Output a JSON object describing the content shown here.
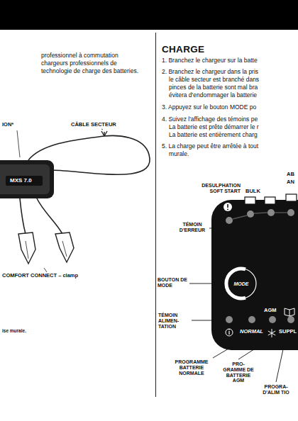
{
  "diagram": {
    "nodes": [
      {
        "text": [
          "AGM",
          "NORMAL",
          "SUPPL"
        ]
      },
      {
        "text": [
          "MODE"
        ],
        "in": 0
      }
    ],
    "edges": [],
    "labels": [
      "professionnel à commutation",
      "chargeurs professionnels de",
      "technologie de charge des batteries.",
      "ION*",
      "CÂBLE SECTEUR",
      "MXS 7.0",
      "COMFORT CONNECT – clamp",
      "ise murale.",
      "CHARGE",
      "1. Branchez le chargeur sur la batte",
      "2. Branchez le chargeur dans la pris",
      "le câble secteur est branché dans",
      "pinces de la batterie sont mal bra",
      "évitera d'endommager la batterie",
      "3. Appuyez sur le bouton MODE po",
      "4. Suivez l'affichage des témoins pe",
      "La batterie est prête démarrer le r",
      "La batterie est entièrement charg",
      "5. La charge peut être arrêtée à tout",
      "murale.",
      "DESULPHATION SOFT START",
      "BULK",
      "AB",
      "AN",
      "TÉMOIN D'ERREUR",
      "BOUTON DE MODE",
      "TÉMOIN ALIMEN- TATION",
      "PROGRAMME BATTERIE NORMALE",
      "PRO- GRAMME DE BATTERIE AGM",
      "PROGRA- D'ALIM TIO"
    ]
  }
}
